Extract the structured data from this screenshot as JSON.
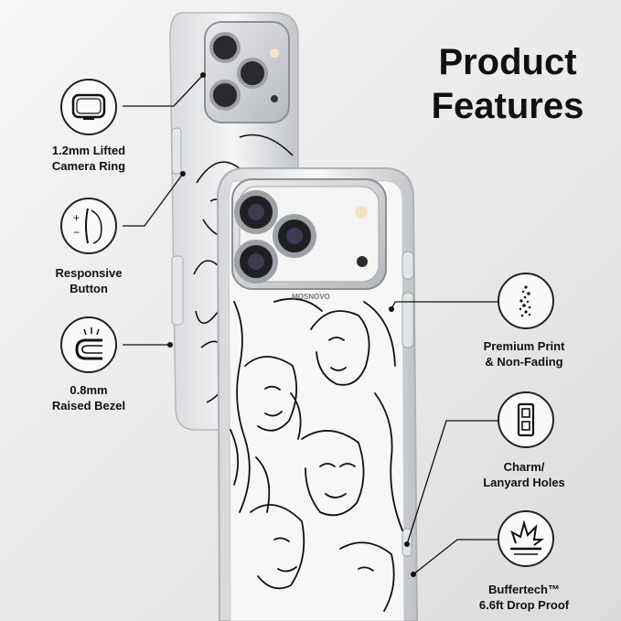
{
  "title": {
    "line1": "Product",
    "line2": "Features"
  },
  "features": {
    "camera_ring": {
      "line1": "1.2mm Lifted",
      "line2": "Camera Ring",
      "icon": "camera-ring-icon"
    },
    "button": {
      "line1": "Responsive",
      "line2": "Button",
      "icon": "button-icon"
    },
    "bezel": {
      "line1": "0.8mm",
      "line2": "Raised Bezel",
      "icon": "bezel-icon"
    },
    "print": {
      "line1": "Premium Print",
      "line2": "& Non-Fading",
      "icon": "print-dots-icon"
    },
    "holes": {
      "line1": "Charm/",
      "line2": "Lanyard Holes",
      "icon": "lanyard-hole-icon"
    },
    "drop": {
      "line1": "Buffertech™",
      "line2": "6.6ft Drop Proof",
      "icon": "drop-impact-icon"
    }
  },
  "brand": {
    "logo_text": "MOSNOVO"
  },
  "colors": {
    "ink": "#111111",
    "case_frame": "#c9ccd0",
    "camera_metal": "#b8bcc2"
  }
}
